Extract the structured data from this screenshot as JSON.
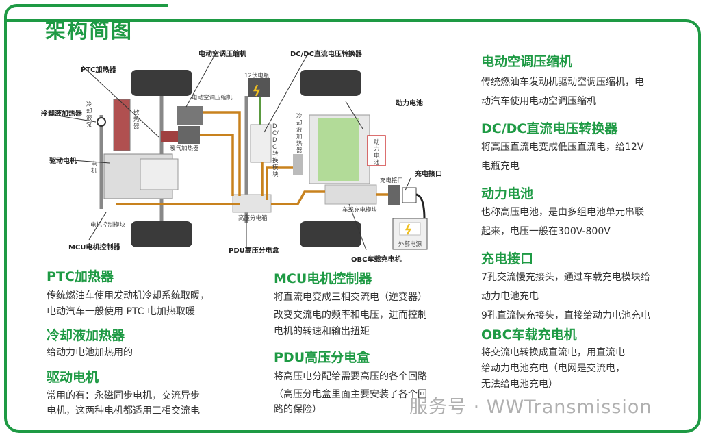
{
  "title": "架构简图",
  "diagram": {
    "labels": {
      "ptc": "PTC加热器",
      "coolant_heater": "冷却液加热器",
      "drive_motor": "驱动电机",
      "mcu": "MCU电机控制器",
      "ac": "电动空调压缩机",
      "dcdc": "DC/DC直流电压转换器",
      "pdu": "PDU高压分电盒",
      "battery": "动力电池",
      "charge_port": "充电接口",
      "obc": "OBC车载充电机"
    },
    "sublabels": {
      "battery12v": "12伏电瓶",
      "ac_small": "电动空调压缩机",
      "radiator": "散热器",
      "pump": "冷却液泵",
      "motor": "电机",
      "warm_heater": "暖气加热器",
      "motor_ctrl": "电机控制模块",
      "hv_box": "高压分电箱",
      "dcdc_module": "DC/DC转换模块",
      "coolant_heater_v": "冷却液加热器",
      "battery_v": "动力电池",
      "charge_port_small": "充电接口",
      "onboard_module": "车载充电模块",
      "ext_power": "外部电源"
    }
  },
  "sections": {
    "ac": {
      "heading": "电动空调压缩机",
      "lines": [
        "传统燃油车发动机驱动空调压缩机，电",
        "动汽车使用电动空调压缩机"
      ]
    },
    "dcdc": {
      "heading": "DC/DC直流电压转换器",
      "lines": [
        "将高压直流电变成低压直流电，给12V",
        "电瓶充电"
      ]
    },
    "battery": {
      "heading": "动力电池",
      "lines": [
        "也称高压电池，是由多组电池单元串联",
        "起来，电压一般在300V-800V"
      ]
    },
    "port": {
      "heading": "充电接口",
      "lines": [
        "7孔交流慢充接头，通过车载充电模块给",
        "动力电池充电",
        "9孔直流快充接头，直接给动力电池充电"
      ]
    },
    "obc": {
      "heading": "OBC车载充电机",
      "lines": [
        "将交流电转换成直流电，用直流电",
        "给动力电池充电（电网是交流电，",
        "无法给电池充电）"
      ]
    },
    "ptc": {
      "heading": "PTC加热器",
      "lines": [
        "传统燃油车使用发动机冷却系统取暖，",
        "电动汽车一般使用 PTC 电加热取暖"
      ]
    },
    "coolant": {
      "heading": "冷却液加热器",
      "lines": [
        "给动力电池加热用的"
      ]
    },
    "motor": {
      "heading": "驱动电机",
      "lines": [
        "常用的有：永磁同步电机，交流异步",
        "电机，这两种电机都适用三相交流电"
      ]
    },
    "mcu": {
      "heading": "MCU电机控制器",
      "lines": [
        "将直流电变成三相交流电（逆变器）",
        "改变交流电的频率和电压，进而控制",
        "电机的转速和输出扭矩"
      ]
    },
    "pdu": {
      "heading": "PDU高压分电盒",
      "lines": [
        "将高压电分配给需要高压的各个回路",
        "（高压分电盒里面主要安装了各个回",
        "路的保险）"
      ]
    }
  },
  "watermark": "服务号 · WWTransmission",
  "colors": {
    "accent": "#1e9a44",
    "cable": "#c8821e",
    "battery_cells": "#a8d88a"
  }
}
